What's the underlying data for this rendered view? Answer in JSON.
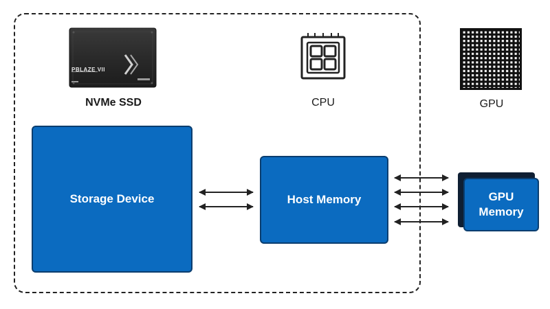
{
  "diagram": {
    "nodes": {
      "storage_device": "Storage Device",
      "host_memory": "Host Memory",
      "gpu_memory_line1": "GPU",
      "gpu_memory_line2": "Memory"
    },
    "captions": {
      "ssd": "NVMe SSD",
      "cpu": "CPU",
      "gpu": "GPU"
    },
    "ssd_product_name": "PBLAZE VII",
    "icons": [
      "ssd-icon",
      "cpu-icon",
      "gpu-icon"
    ],
    "connections": [
      {
        "from": "Storage Device",
        "to": "Host Memory",
        "count": 2,
        "direction": "bidirectional"
      },
      {
        "from": "Host Memory",
        "to": "GPU Memory",
        "count": 4,
        "direction": "bidirectional"
      }
    ],
    "colors": {
      "box_fill": "#0b6bc0",
      "box_border": "#0a3d6e",
      "arrow": "#222222",
      "boundary": "#222222"
    }
  }
}
